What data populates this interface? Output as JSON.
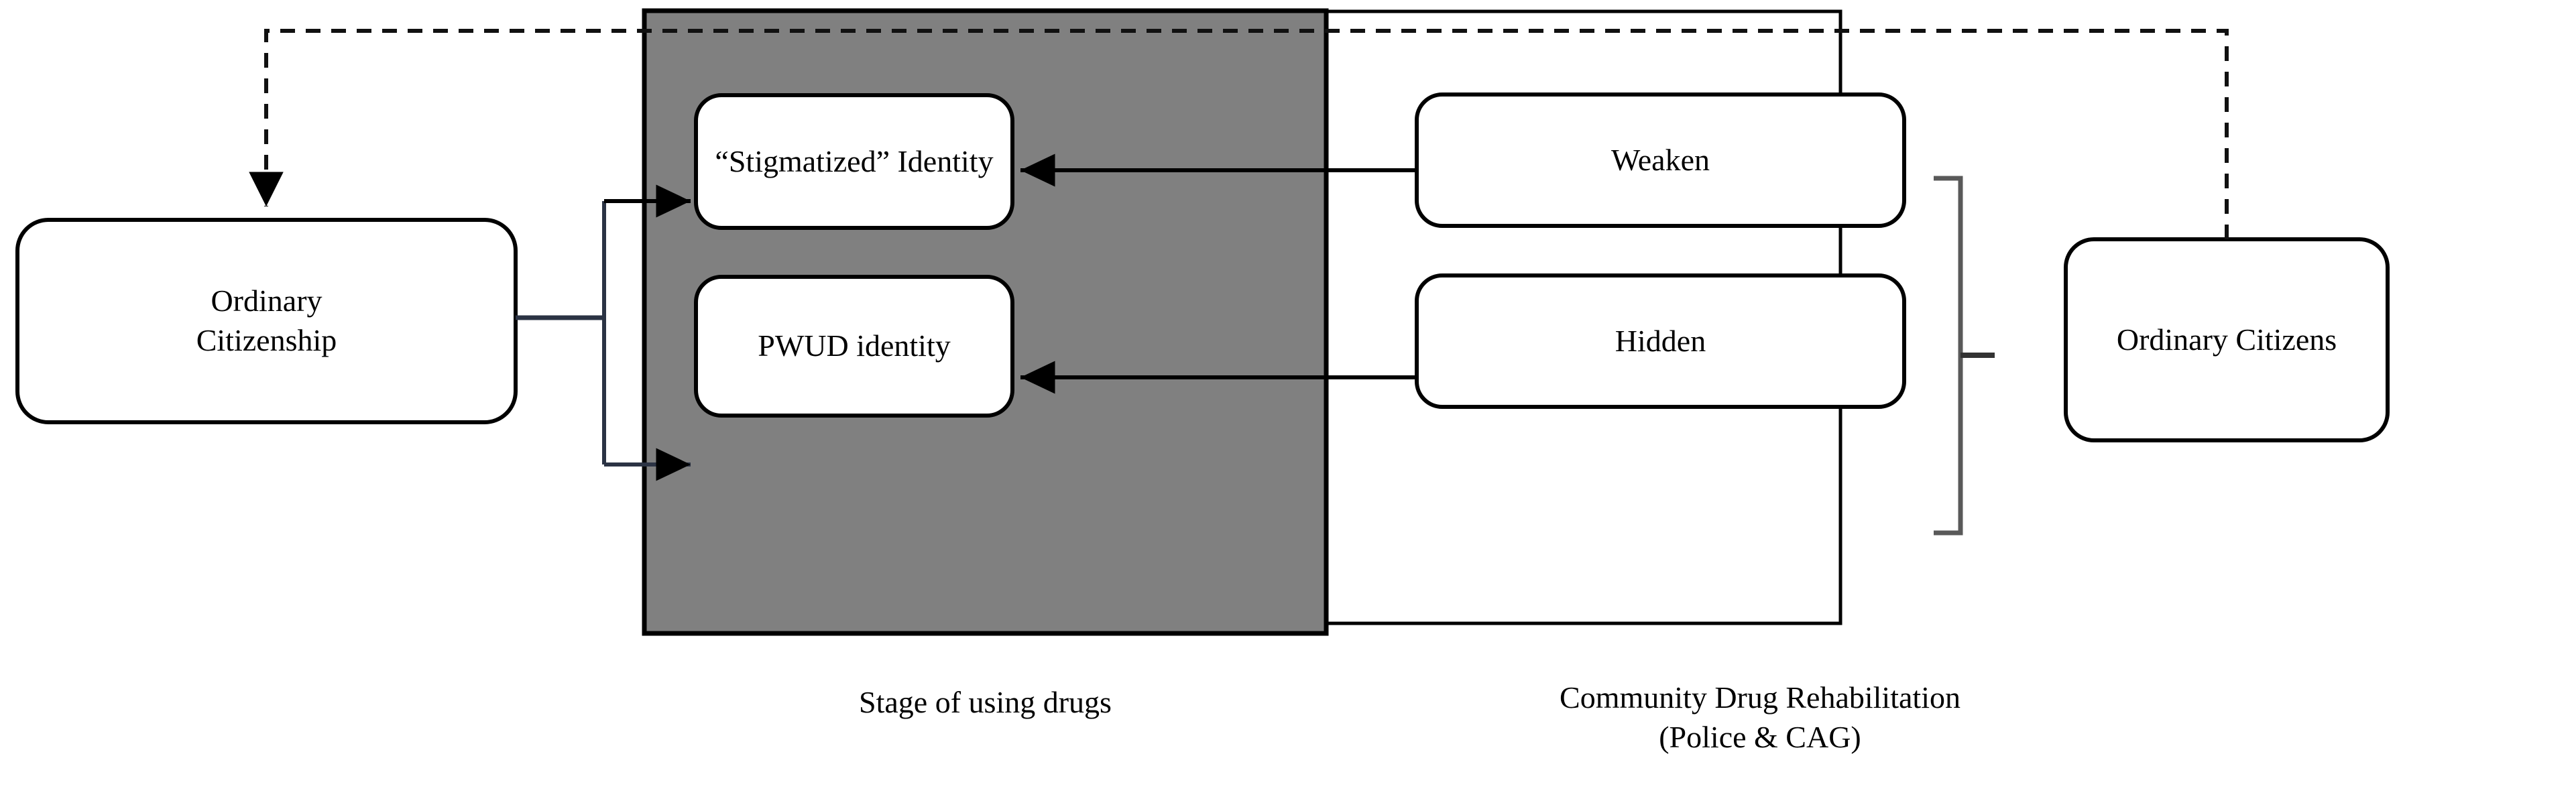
{
  "diagram": {
    "title": "Stigmatized identity and community drug rehabilitation pathway",
    "colors": {
      "stage_panel_fill": "#808080",
      "node_fill": "#ffffff",
      "stroke": "#000000",
      "bracket_stroke": "#595959",
      "background": "#ffffff"
    },
    "nodes": {
      "ordinary_citizenship": "Ordinary\nCitizenship",
      "stigmatized_identity": "“Stigmatized” Identity",
      "pwud_identity": "PWUD identity",
      "weaken": "Weaken",
      "hidden": "Hidden",
      "ordinary_citizens": "Ordinary Citizens"
    },
    "section_labels": {
      "stage_of_using_drugs": "Stage of using drugs",
      "community_drug_rehabilitation": "Community Drug Rehabilitation\n(Police & CAG)"
    },
    "connectors": {
      "citizenship_to_stigmatized": "solid-arrow",
      "citizenship_to_pwud": "solid-arrow",
      "weaken_to_stigmatized": "solid-arrow",
      "hidden_to_pwud": "solid-arrow",
      "citizens_feedback": "dashed-arrow",
      "rehab_group_bracket": "right-brace"
    }
  }
}
